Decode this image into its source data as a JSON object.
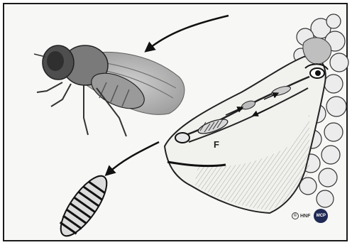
{
  "figure": {
    "label": "F",
    "copyright_symbol": "©",
    "credit_text": "HNF",
    "logo_text": "MCP"
  }
}
